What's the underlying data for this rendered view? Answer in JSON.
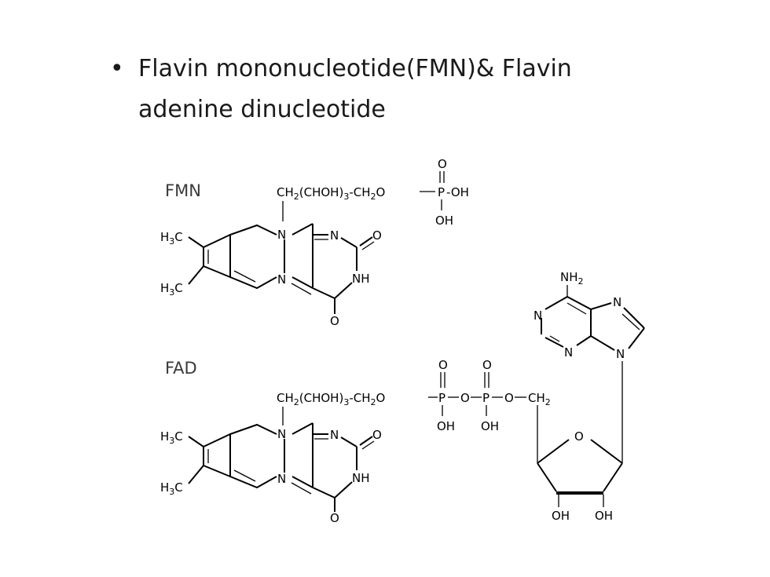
{
  "slide": {
    "bullet": "•",
    "line1": "Flavin mononucleotide(FMN)& Flavin",
    "line2": "adenine dinucleotide"
  },
  "figure": {
    "fmn_label": "FMN",
    "fad_label": "FAD",
    "ch2": "CH",
    "sub2": "2",
    "chain_mid": "(CHOH)",
    "sub3": "3",
    "dash_ch2o": "-CH",
    "o": "O",
    "p": "P",
    "oh": "OH",
    "n": "N",
    "nh": "NH",
    "h3c_h": "H",
    "h3c_c": "C",
    "nh2": "NH",
    "dash_oh": "-OH"
  }
}
